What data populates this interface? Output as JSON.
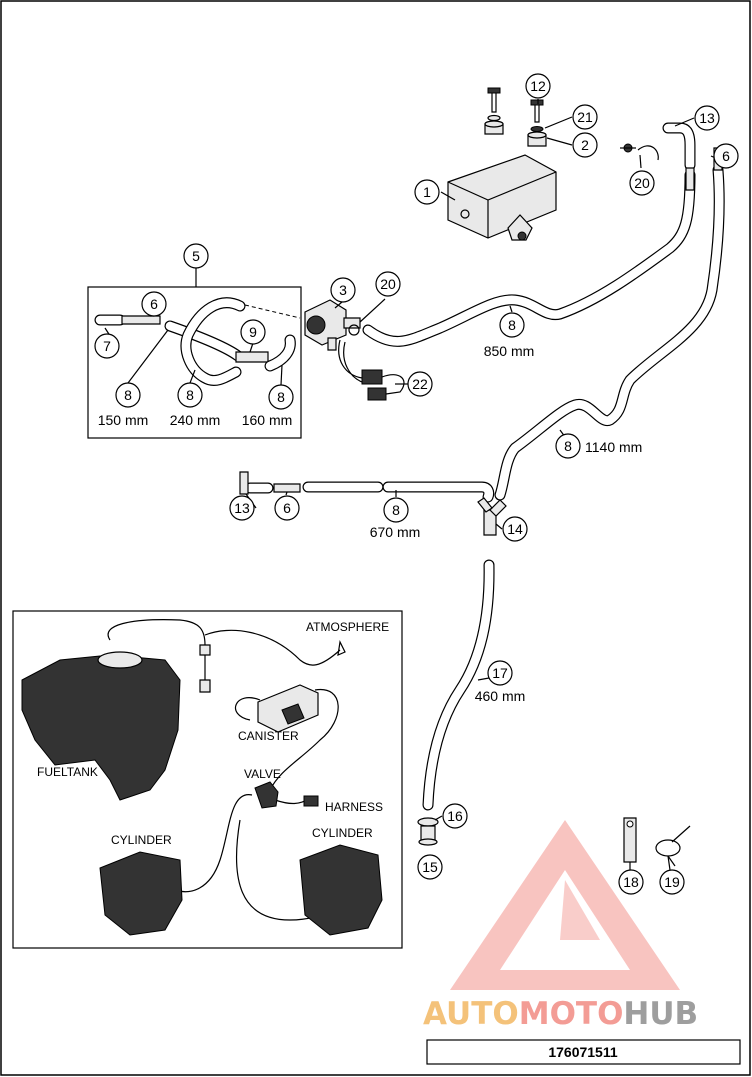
{
  "callouts": {
    "c1": "1",
    "c2": "2",
    "c3": "3",
    "c5": "5",
    "c6a": "6",
    "c6b": "6",
    "c6c": "6",
    "c7": "7",
    "c8a": "8",
    "c8b": "8",
    "c8c": "8",
    "c8d": "8",
    "c8e": "8",
    "c8f": "8",
    "c9": "9",
    "c12": "12",
    "c13a": "13",
    "c13b": "13",
    "c14": "14",
    "c15": "15",
    "c16": "16",
    "c17": "17",
    "c18": "18",
    "c19": "19",
    "c20a": "20",
    "c20b": "20",
    "c21": "21",
    "c22": "22"
  },
  "lengths": {
    "l850": "850 mm",
    "l1140": "1140 mm",
    "l670": "670 mm",
    "l460": "460 mm",
    "l150": "150 mm",
    "l240": "240 mm",
    "l160": "160 mm"
  },
  "schematic": {
    "atmosphere": "ATMOSPHERE",
    "canister": "CANISTER",
    "fueltank": "FUELTANK",
    "valve": "VALVE",
    "harness": "HARNESS",
    "cylinder_left": "CYLINDER",
    "cylinder_right": "CYLINDER"
  },
  "watermark": {
    "auto": "AUTO",
    "moto": "MOTO",
    "hub": "HUB",
    "colors": {
      "auto": "#f4c27a",
      "moto": "#f39c95",
      "hub": "#9e9e9e",
      "triangle": "#f28a84"
    }
  },
  "doc_number": "176071511"
}
